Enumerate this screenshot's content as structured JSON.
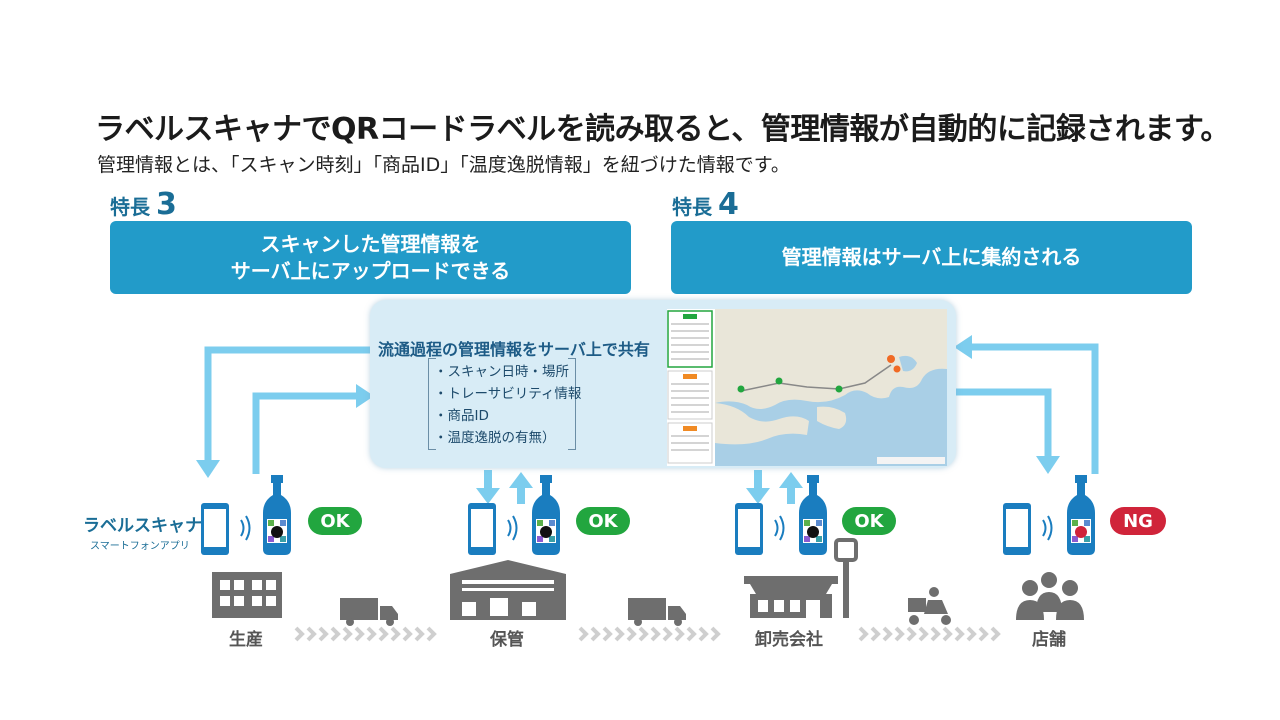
{
  "headline": "ラベルスキャナでQRコードラベルを読み取ると、管理情報が自動的に記録されます。",
  "subheadline": "管理情報とは、「スキャン時刻」「商品ID」「温度逸脱情報」を紐づけた情報です。",
  "features": [
    {
      "label": "特長",
      "number": "3",
      "line1": "スキャンした管理情報を",
      "line2": "サーバ上にアップロードできる"
    },
    {
      "label": "特長",
      "number": "4",
      "line1": "管理情報はサーバ上に集約される",
      "line2": ""
    }
  ],
  "panel": {
    "title": "流通過程の管理情報をサーバ上で共有",
    "bullets": [
      "・スキャン日時・場所",
      "・トレーサビリティ情報",
      "・商品ID",
      "・温度逸脱の有無）"
    ]
  },
  "brand": {
    "name": "ラベルスキャナ",
    "sub": "スマートフォンアプリ"
  },
  "results": [
    "OK",
    "OK",
    "OK",
    "NG"
  ],
  "stages": [
    "生産",
    "保管",
    "卸売会社",
    "店舗"
  ],
  "colors": {
    "accent": "#229bc9",
    "arrow": "#7ccdee",
    "ok": "#22a63f",
    "ng": "#d0243a",
    "icon": "#6e6e6e"
  }
}
